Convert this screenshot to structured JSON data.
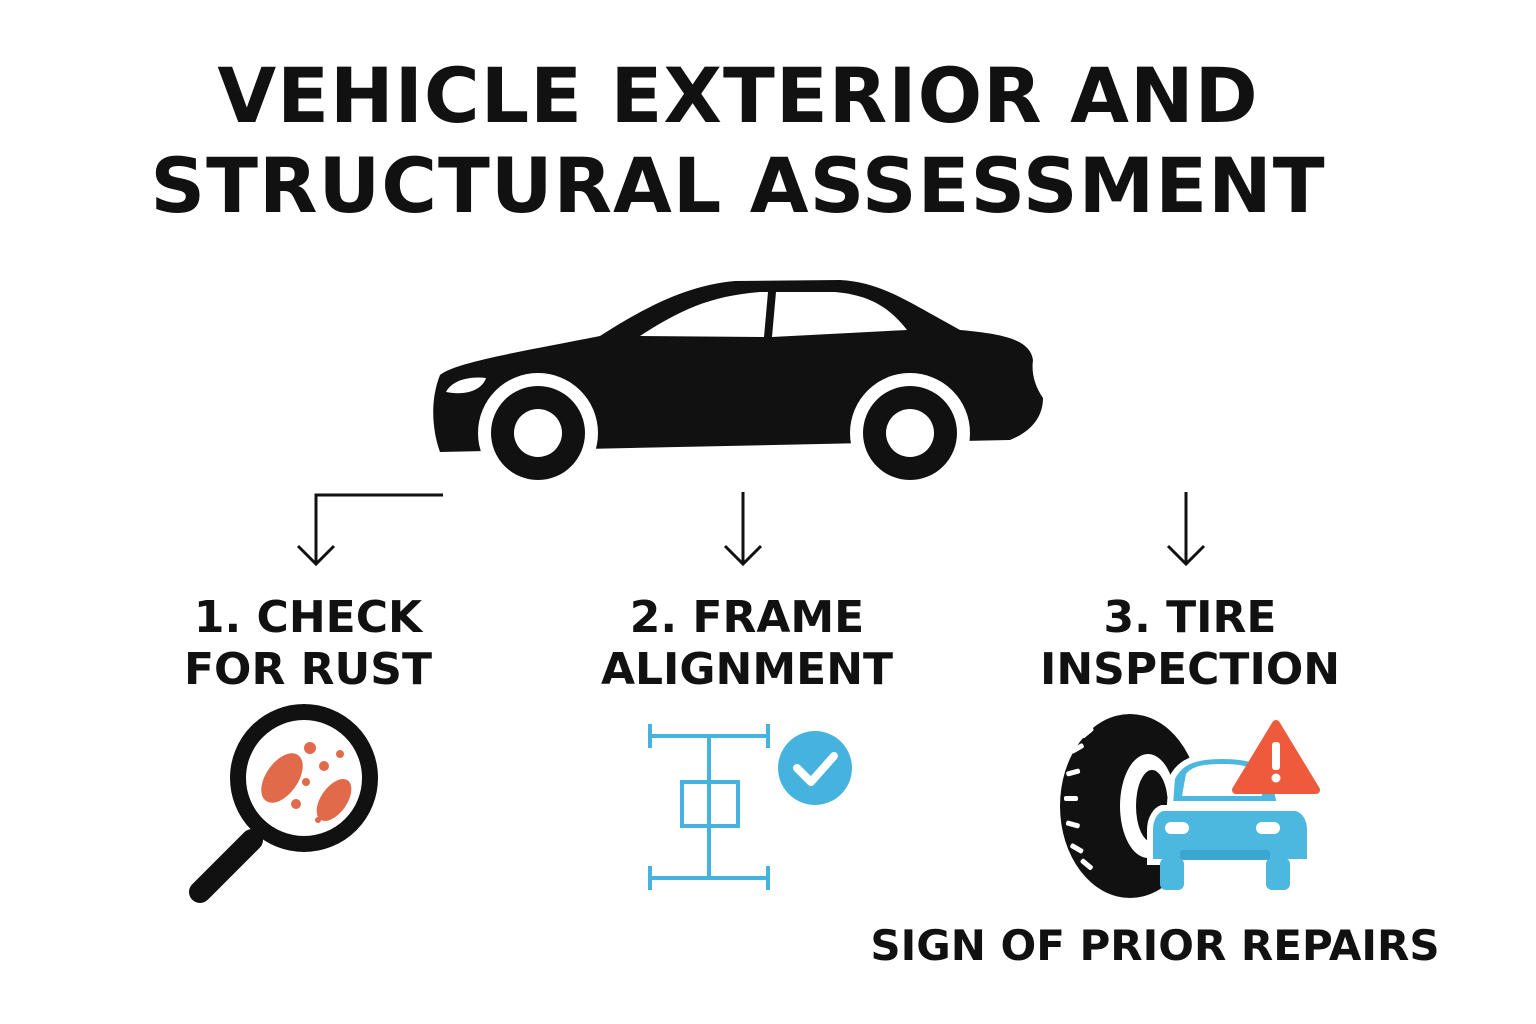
{
  "title": {
    "line1": "VEHICLE EXTERIOR AND",
    "line2": "STRUCTURAL ASSESSMENT"
  },
  "steps": [
    {
      "line1": "1. CHECK",
      "line2": "FOR RUST",
      "icon": "magnifier-rust-icon"
    },
    {
      "line1": "2. FRAME",
      "line2": "ALIGNMENT",
      "icon": "frame-check-icon"
    },
    {
      "line1": "3. TIRE",
      "line2": "INSPECTION",
      "icon": "tire-warning-car-icon"
    }
  ],
  "footer": {
    "label": "SIGN OF PRIOR REPAIRS"
  },
  "colors": {
    "ink": "#111111",
    "rust": "#E06A4A",
    "frame": "#45B3DD",
    "car_blue": "#4DB8DF",
    "warning": "#EE5B3C"
  }
}
